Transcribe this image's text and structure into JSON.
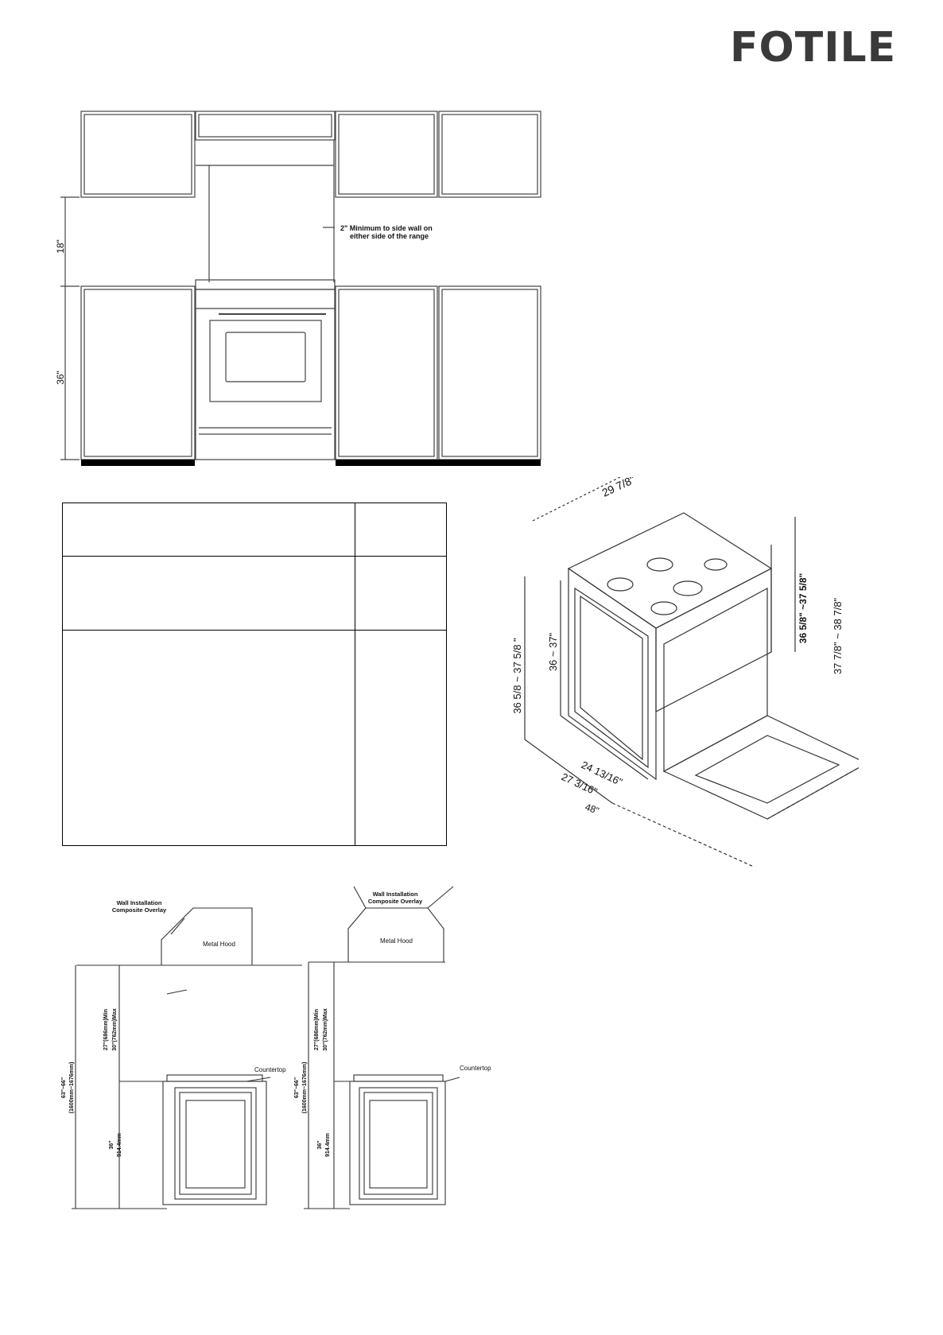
{
  "brand": {
    "logo_text": "FOTILE"
  },
  "front_view": {
    "dim_upper": "18\"",
    "dim_lower": "36\"",
    "side_wall_note_line1": "2\" Minimum to side wall on",
    "side_wall_note_line2": "either side of the range"
  },
  "iso_view": {
    "width": "29 7/8\"",
    "height_back_side": "37 7/8\" ~ 38 7/8\"",
    "height_mid_side": "36 5/8\" ~37 5/8\"",
    "height_front": "36 ~ 37\"",
    "height_left": "36 5/8 ~ 37 5/8 \"",
    "depth_body": "24 13/16\"",
    "depth_full": "27 3/16\"",
    "depth_door_open": "48\""
  },
  "install_left": {
    "overlay_line1": "Wall Installation",
    "overlay_line2": "Composite Overlay",
    "hood_label": "Metal Hood",
    "countertop_label": "Countertop",
    "clearance_min": "27\"(686mm)Min",
    "clearance_max": "30\"(762mm)Max",
    "total_line1": "63\"~66\"",
    "total_line2": "(1600mm~1676mm)",
    "range_height_line1": "36\"",
    "range_height_line2": "914.4mm"
  },
  "install_right": {
    "overlay_line1": "Wall Installation",
    "overlay_line2": "Composite Overlay",
    "hood_label": "Metal Hood",
    "countertop_label": "Countertop",
    "clearance_min": "27\"(686mm)Min",
    "clearance_max": "30\"(762mm)Max",
    "total_line1": "63\"~66\"",
    "total_line2": "(1600mm~1676mm)",
    "range_height_line1": "36\"",
    "range_height_line2": "914.4mm"
  }
}
